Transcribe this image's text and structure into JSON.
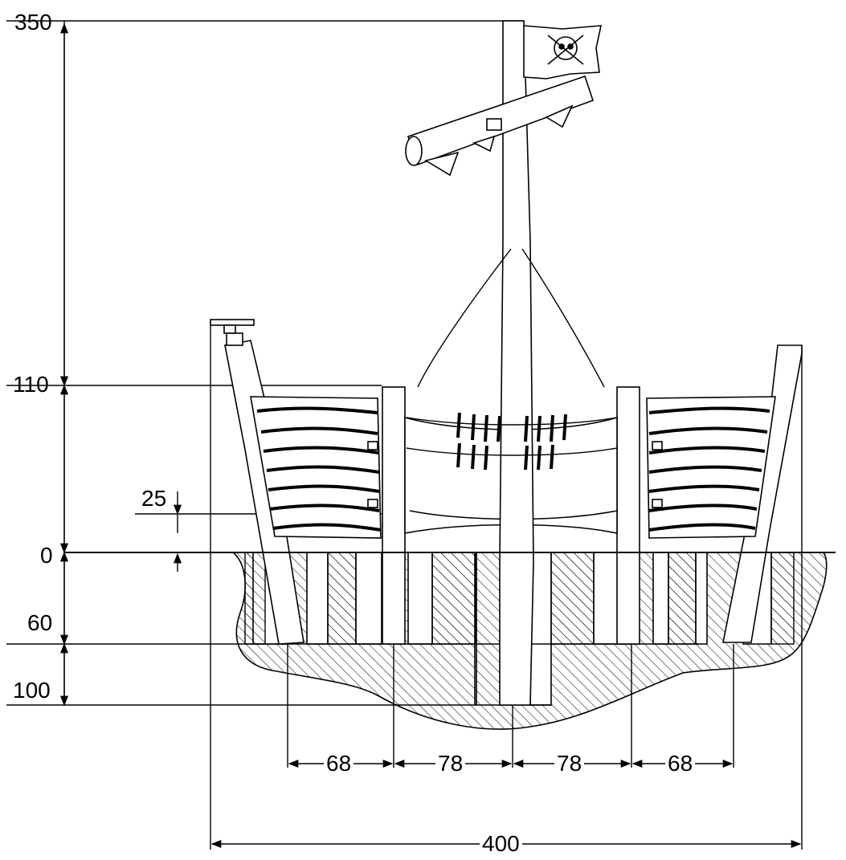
{
  "diagram": {
    "vertical_dimensions": [
      {
        "id": "height-total",
        "label": "350"
      },
      {
        "id": "height-rail",
        "label": "110"
      },
      {
        "id": "offset-top",
        "label": "25"
      },
      {
        "id": "ground",
        "label": "0"
      },
      {
        "id": "depth-post",
        "label": "60"
      },
      {
        "id": "depth-foundation",
        "label": "100"
      }
    ],
    "horizontal_dimensions": [
      {
        "id": "span-left-outer",
        "label": "68"
      },
      {
        "id": "span-left-inner",
        "label": "78"
      },
      {
        "id": "span-right-inner",
        "label": "78"
      },
      {
        "id": "span-right-outer",
        "label": "68"
      },
      {
        "id": "width-total",
        "label": "400"
      }
    ],
    "colors": {
      "line": "#000000",
      "background": "#ffffff"
    }
  }
}
